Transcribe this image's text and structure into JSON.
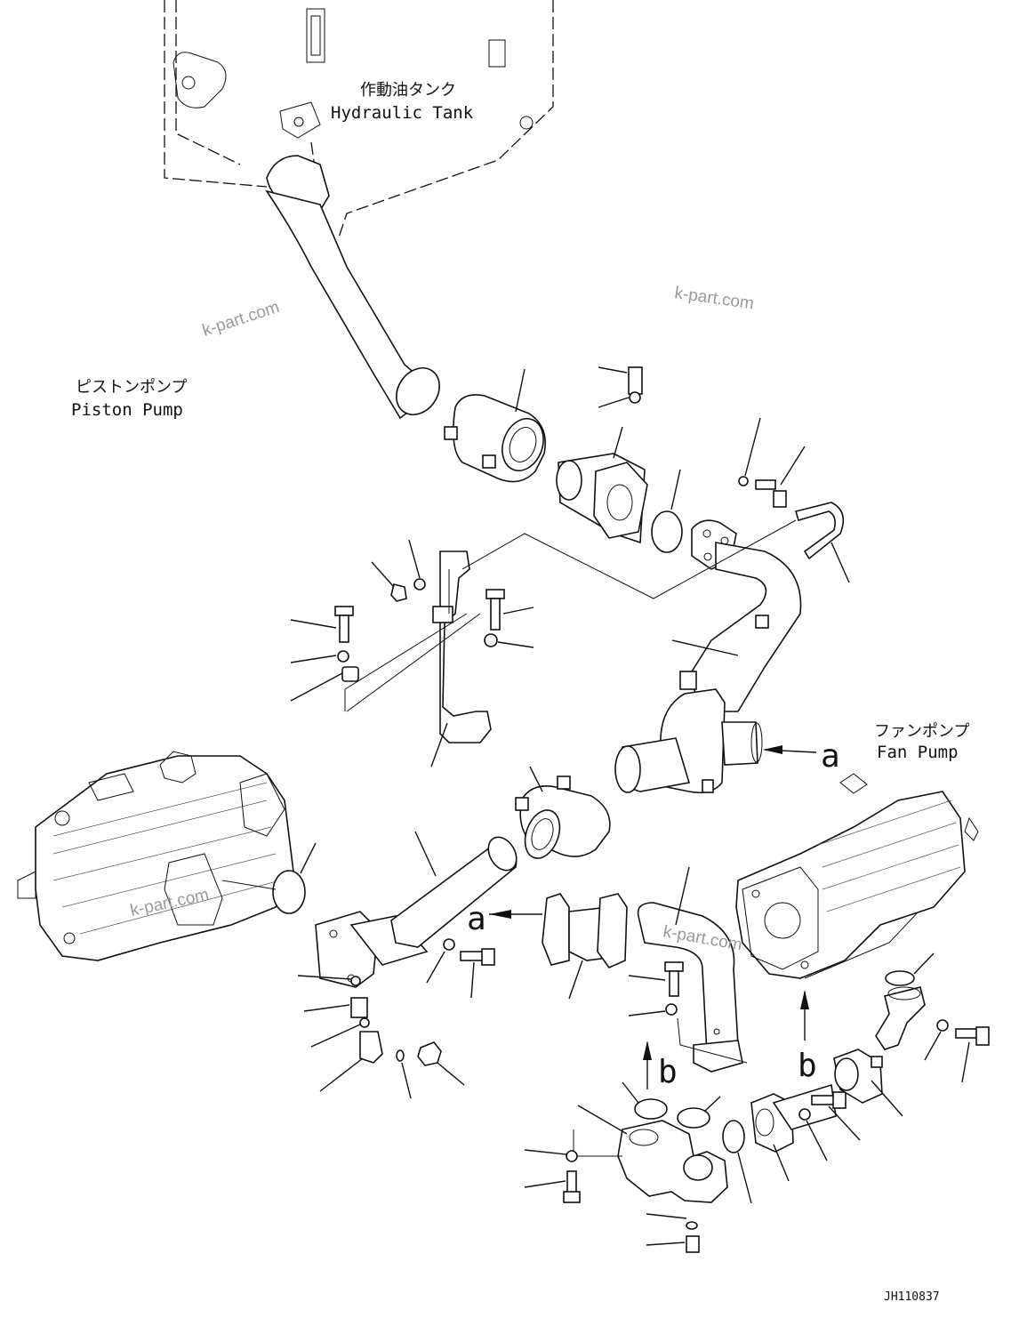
{
  "labels": {
    "tank_jp": "作動油タンク",
    "tank_en": "Hydraulic Tank",
    "piston_jp": "ピストンポンプ",
    "piston_en": "Piston Pump",
    "fan_jp": "ファンポンプ",
    "fan_en": "Fan Pump",
    "view_a": "a",
    "view_b": "b",
    "drawing_no": "JH110837"
  },
  "watermarks": {
    "w1": "k-part.com",
    "w2": "k-part.com",
    "w3": "k-part.com",
    "w4": "k-part.com"
  }
}
